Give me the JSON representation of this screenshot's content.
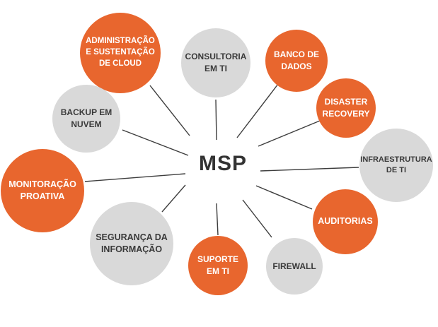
{
  "center": {
    "label": "MSP"
  },
  "colors": {
    "orange": "#e8662e",
    "gray": "#d9d9d9",
    "orange_text": "#ffffff",
    "gray_text": "#3a3a3a",
    "line": "#3d3d3d"
  },
  "nodes": [
    {
      "id": "administracao",
      "label": "ADMINISTRAÇÃO\nE SUSTENTAÇÃO\nDE CLOUD",
      "color": "orange"
    },
    {
      "id": "consultoria",
      "label": "CONSULTORIA\nEM TI",
      "color": "gray"
    },
    {
      "id": "banco-de-dados",
      "label": "BANCO DE\nDADOS",
      "color": "orange"
    },
    {
      "id": "backup",
      "label": "BACKUP EM\nNUVEM",
      "color": "gray"
    },
    {
      "id": "disaster-recovery",
      "label": "DISASTER\nRECOVERY",
      "color": "orange"
    },
    {
      "id": "infraestrutura",
      "label": "INFRAESTRUTURA\nDE TI",
      "color": "gray"
    },
    {
      "id": "monitoracao",
      "label": "MONITORAÇÃO\nPROATIVA",
      "color": "orange"
    },
    {
      "id": "auditorias",
      "label": "AUDITORIAS",
      "color": "orange"
    },
    {
      "id": "seguranca",
      "label": "SEGURANÇA DA\nINFORMAÇÃO",
      "color": "gray"
    },
    {
      "id": "suporte",
      "label": "SUPORTE\nEM TI",
      "color": "orange"
    },
    {
      "id": "firewall",
      "label": "FIREWALL",
      "color": "gray"
    }
  ]
}
